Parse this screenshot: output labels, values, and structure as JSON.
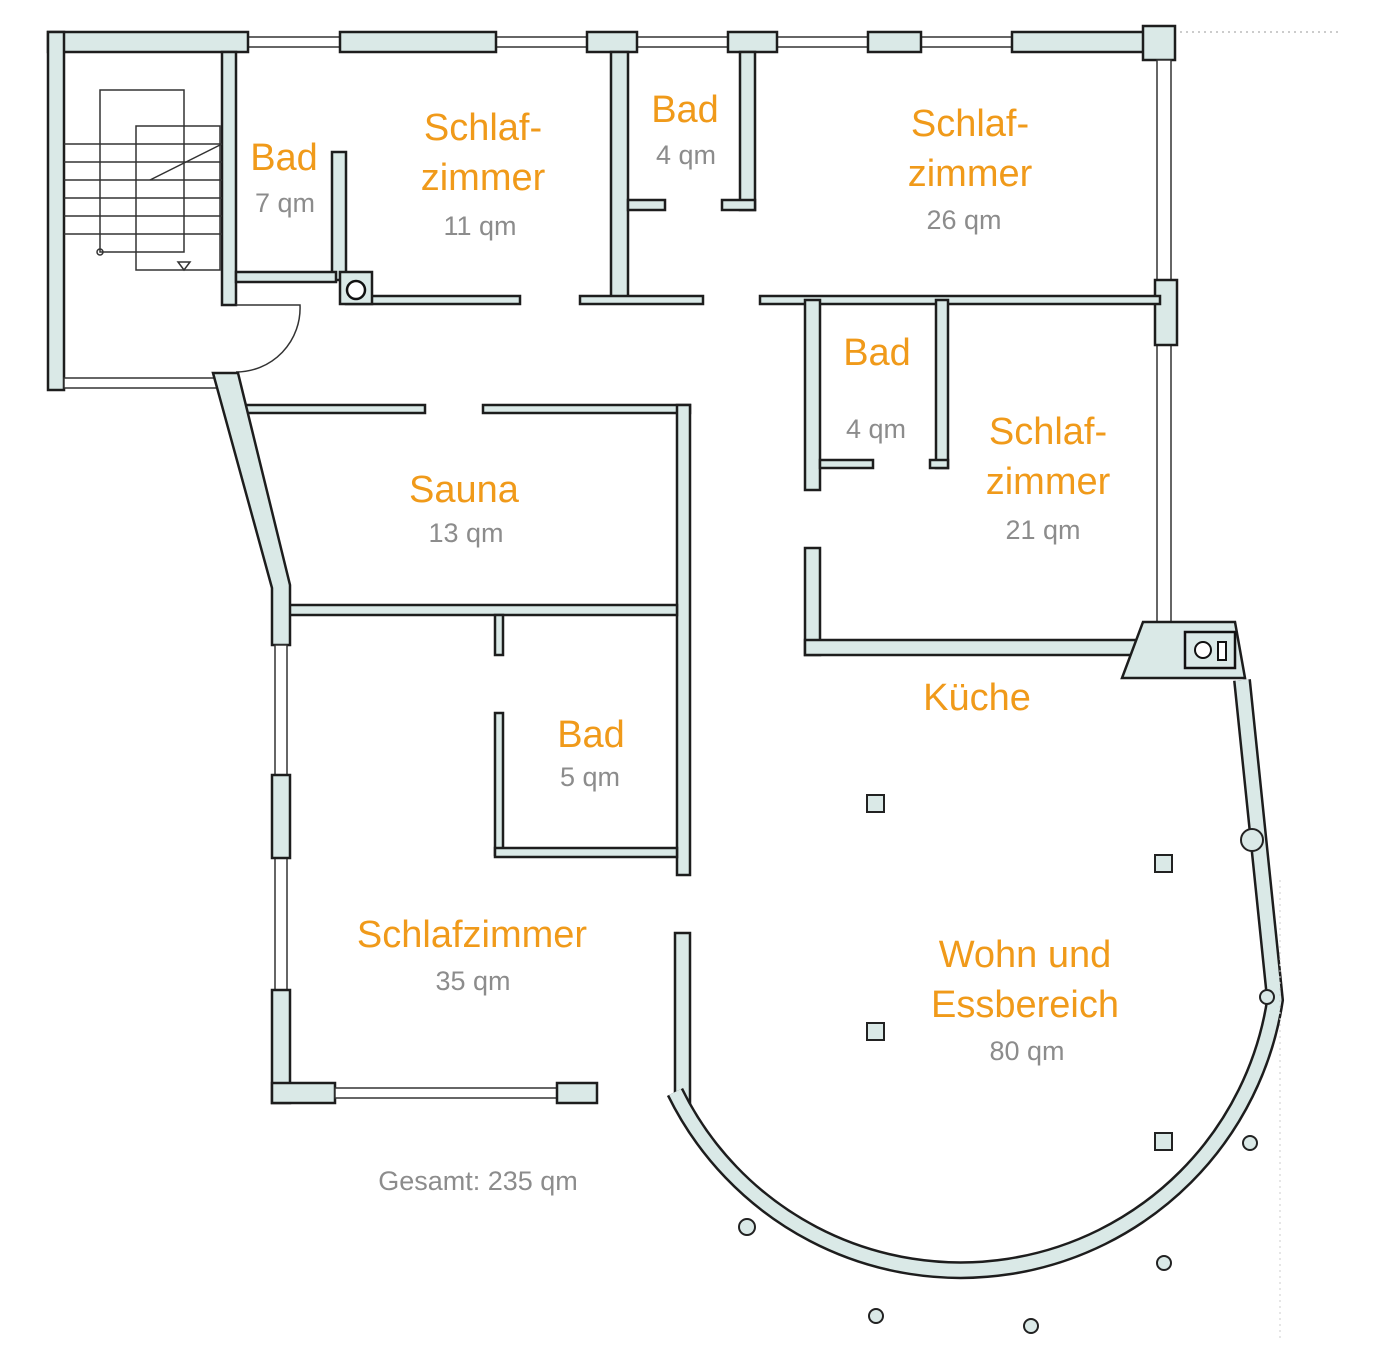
{
  "rooms": {
    "bad1": {
      "name": "Bad",
      "area": "7 qm"
    },
    "schlaf11": {
      "name1": "Schlaf-",
      "name2": "zimmer",
      "area": "11 qm"
    },
    "bad2": {
      "name": "Bad",
      "area": "4 qm"
    },
    "schlaf26": {
      "name1": "Schlaf-",
      "name2": "zimmer",
      "area": "26 qm"
    },
    "bad3": {
      "name": "Bad",
      "area": "4 qm"
    },
    "schlaf21": {
      "name1": "Schlaf-",
      "name2": "zimmer",
      "area": "21 qm"
    },
    "sauna": {
      "name": "Sauna",
      "area": "13 qm"
    },
    "bad4": {
      "name": "Bad",
      "area": "5 qm"
    },
    "schlaf35": {
      "name": "Schlafzimmer",
      "area": "35 qm"
    },
    "kueche": {
      "name": "Küche"
    },
    "wohn": {
      "name1": "Wohn und",
      "name2": "Essbereich",
      "area": "80 qm"
    }
  },
  "total": "Gesamt: 235 qm",
  "colors": {
    "wall": "#dae9e7",
    "room_label": "#f09a1a",
    "area_label": "#8c8c8c"
  }
}
